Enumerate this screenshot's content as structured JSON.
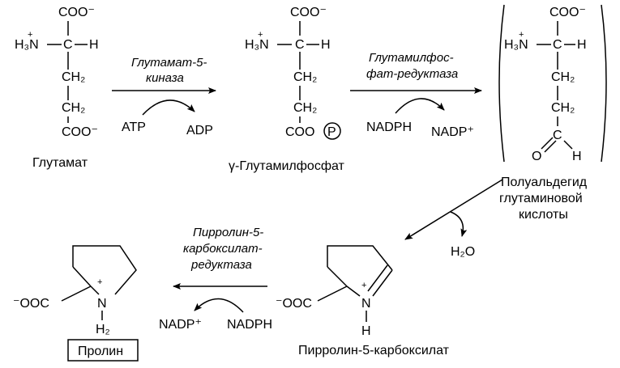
{
  "compounds": {
    "glutamate": "Глутамат",
    "glutamyl_phosphate": "γ-Глутамилфосфат",
    "semialdehyde": [
      "Полуальдегид",
      "глутаминовой",
      "кислоты"
    ],
    "p5c": "Пирролин-5-карбоксилат",
    "proline": "Пролин"
  },
  "enzymes": {
    "glutamate_5_kinase": [
      "Глутамат-5-",
      "киназа"
    ],
    "glutamyl_phosphate_reductase": [
      "Глутамилфос-",
      "фат-редуктаза"
    ],
    "p5c_reductase": [
      "Пирролин-5-",
      "карбоксилат-",
      "редуктаза"
    ]
  },
  "cofactors": {
    "atp": "ATP",
    "adp": "ADP",
    "nadph_1": "NADPH",
    "nadp_1": "NADP⁺",
    "water": "H₂O",
    "nadp_2": "NADP⁺",
    "nadph_2": "NADPH"
  },
  "atoms": {
    "coo_minus": "COO⁻",
    "h3n_plus": "H₃N",
    "h3n_plus_sign": "+",
    "ch": "C",
    "h": "H",
    "ch2": "CH₂",
    "coo_p": "COO",
    "phosphate": "P",
    "occ_minus": "⁻OOC",
    "n_plus": "N",
    "h2": "H₂",
    "o": "O"
  }
}
